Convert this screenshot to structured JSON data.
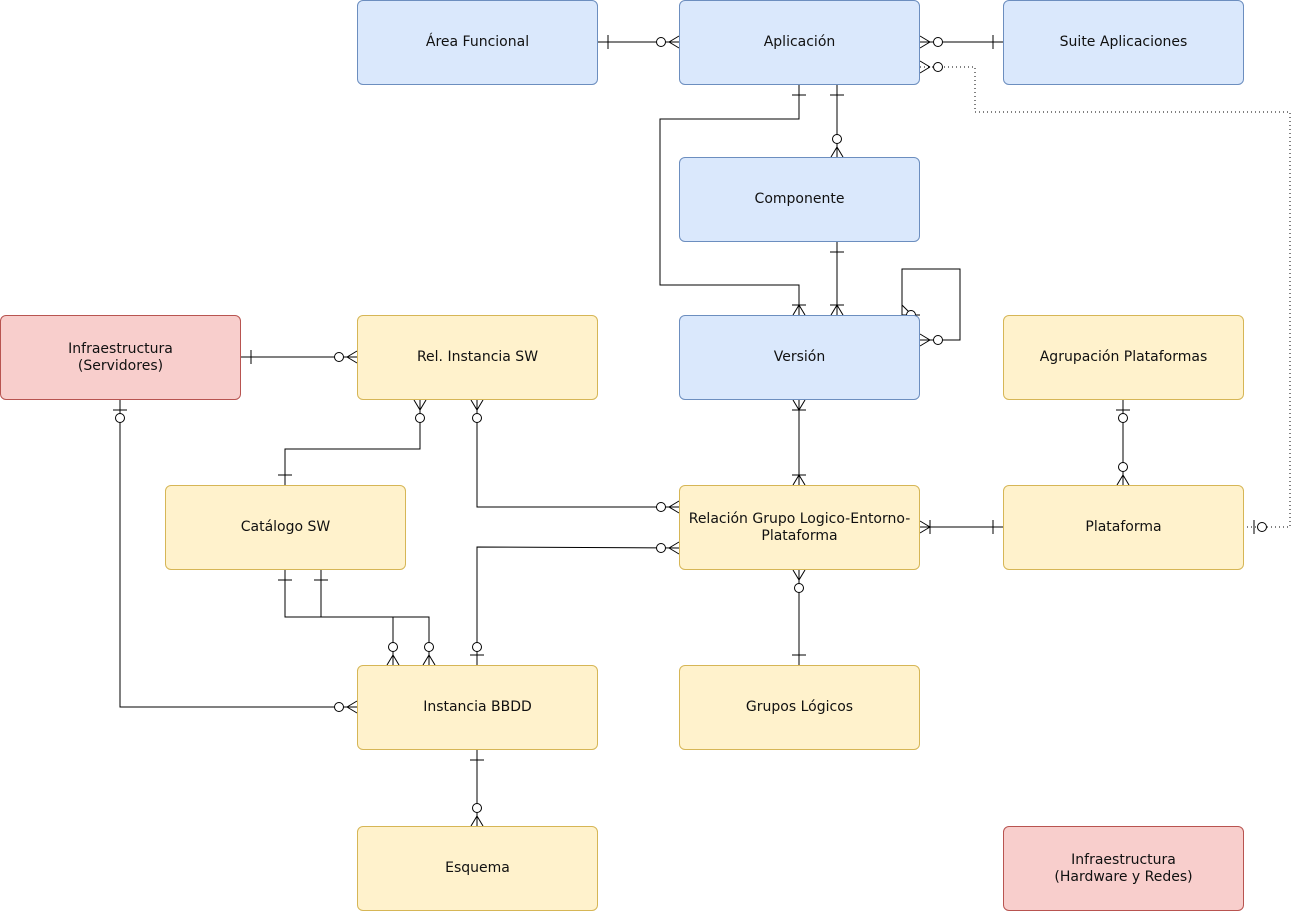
{
  "colors": {
    "blue_fill": "#dae8fc",
    "blue_stroke": "#6c8ebf",
    "yellow_fill": "#fff2cc",
    "yellow_stroke": "#d6b656",
    "red_fill": "#f8cecc",
    "red_stroke": "#b85450",
    "line": "#000000"
  },
  "entities": {
    "area_funcional": "Área Funcional",
    "aplicacion": "Aplicación",
    "suite_aplicaciones": "Suite Aplicaciones",
    "componente": "Componente",
    "infraestructura_servidores": "Infraestructura\n(Servidores)",
    "rel_instancia_sw": "Rel. Instancia SW",
    "version": "Versión",
    "agrupacion_plataformas": "Agrupación Plataformas",
    "catalogo_sw": "Catálogo SW",
    "relacion_grupo": "Relación Grupo Logico-Entorno-\nPlataforma",
    "plataforma": "Plataforma",
    "instancia_bbdd": "Instancia BBDD",
    "grupos_logicos": "Grupos Lógicos",
    "esquema": "Esquema",
    "infraestructura_hw_redes": "Infraestructura\n(Hardware y Redes)"
  },
  "relationships": [
    {
      "from": "area_funcional",
      "to": "aplicacion",
      "from_card": "one",
      "to_card": "zero-many"
    },
    {
      "from": "aplicacion",
      "to": "suite_aplicaciones",
      "from_card": "zero-many",
      "to_card": "one"
    },
    {
      "from": "aplicacion",
      "to": "plataforma",
      "from_card": "zero-many",
      "to_card": "zero-one",
      "style": "dotted"
    },
    {
      "from": "aplicacion",
      "to": "componente",
      "from_card": "one",
      "to_card": "zero-many"
    },
    {
      "from": "aplicacion",
      "to": "version",
      "from_card": "one",
      "to_card": "one-many"
    },
    {
      "from": "componente",
      "to": "version",
      "from_card": "one",
      "to_card": "one-many"
    },
    {
      "from": "version",
      "to": "version",
      "from_card": "zero-one",
      "to_card": "zero-many"
    },
    {
      "from": "infraestructura_servidores",
      "to": "rel_instancia_sw",
      "from_card": "one",
      "to_card": "zero-many"
    },
    {
      "from": "infraestructura_servidores",
      "to": "instancia_bbdd",
      "from_card": "zero-one",
      "to_card": "zero-many"
    },
    {
      "from": "rel_instancia_sw",
      "to": "catalogo_sw",
      "from_card": "zero-many",
      "to_card": "one"
    },
    {
      "from": "rel_instancia_sw",
      "to": "relacion_grupo",
      "from_card": "zero-many",
      "to_card": "zero-many"
    },
    {
      "from": "version",
      "to": "relacion_grupo",
      "from_card": "one-many",
      "to_card": "one-many"
    },
    {
      "from": "agrupacion_plataformas",
      "to": "plataforma",
      "from_card": "zero-one",
      "to_card": "zero-many"
    },
    {
      "from": "relacion_grupo",
      "to": "plataforma",
      "from_card": "one-many",
      "to_card": "one"
    },
    {
      "from": "relacion_grupo",
      "to": "instancia_bbdd",
      "from_card": "zero-many",
      "to_card": "zero-one"
    },
    {
      "from": "relacion_grupo",
      "to": "grupos_logicos",
      "from_card": "zero-many",
      "to_card": "one"
    },
    {
      "from": "catalogo_sw",
      "to": "instancia_bbdd",
      "from_card": "one",
      "to_card": "zero-many"
    },
    {
      "from": "catalogo_sw",
      "to": "instancia_bbdd",
      "from_card": "one",
      "to_card": "zero-many"
    },
    {
      "from": "instancia_bbdd",
      "to": "esquema",
      "from_card": "one",
      "to_card": "zero-many"
    }
  ]
}
